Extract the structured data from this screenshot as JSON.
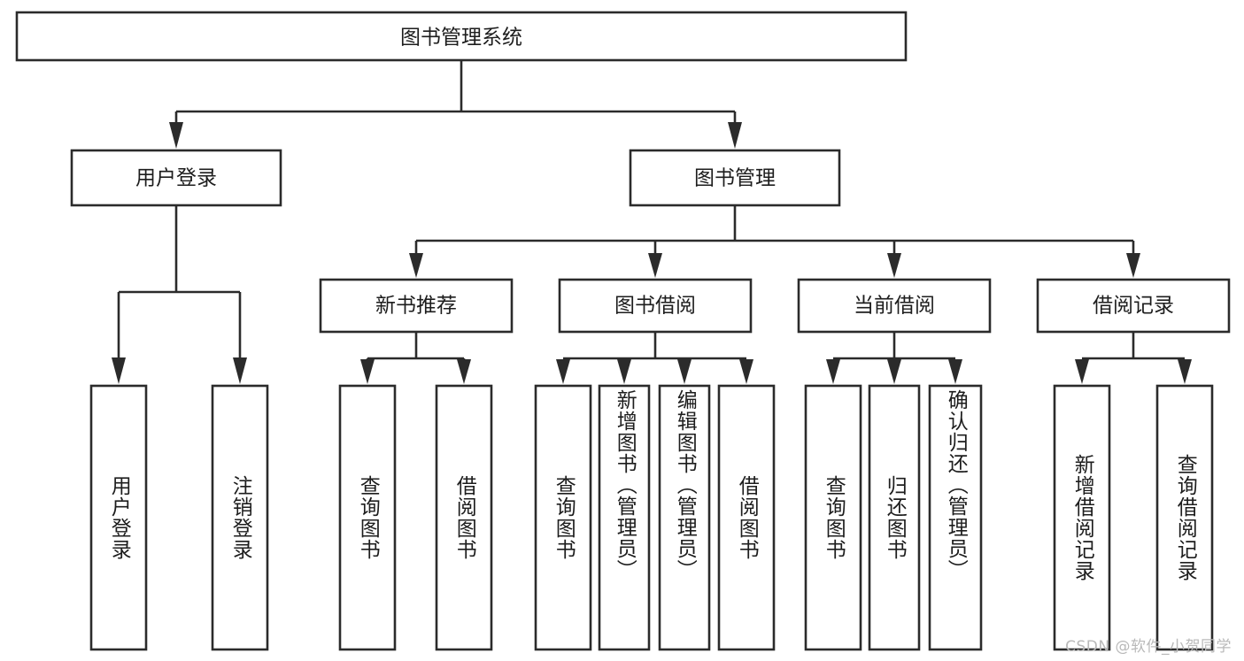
{
  "diagram": {
    "title": "图书管理系统",
    "type": "tree",
    "root": {
      "label": "图书管理系统",
      "children": [
        {
          "label": "用户登录",
          "children": [
            {
              "label": "用户登录"
            },
            {
              "label": "注销登录"
            }
          ]
        },
        {
          "label": "图书管理",
          "children": [
            {
              "label": "新书推荐",
              "children": [
                {
                  "label": "查询图书"
                },
                {
                  "label": "借阅图书"
                }
              ]
            },
            {
              "label": "图书借阅",
              "children": [
                {
                  "label": "查询图书"
                },
                {
                  "label": "新增图书（管理员）"
                },
                {
                  "label": "编辑图书（管理员）"
                },
                {
                  "label": "借阅图书"
                }
              ]
            },
            {
              "label": "当前借阅",
              "children": [
                {
                  "label": "查询图书"
                },
                {
                  "label": "归还图书"
                },
                {
                  "label": "确认归还（管理员）"
                }
              ]
            },
            {
              "label": "借阅记录",
              "children": [
                {
                  "label": "新增借阅记录"
                },
                {
                  "label": "查询借阅记录"
                }
              ]
            }
          ]
        }
      ]
    },
    "nodes": {
      "root": {
        "label": "图书管理系统"
      },
      "l2_user_login": {
        "label": "用户登录"
      },
      "l2_book_manage": {
        "label": "图书管理"
      },
      "l3_new_book": {
        "label": "新书推荐"
      },
      "l3_borrow": {
        "label": "图书借阅"
      },
      "l3_current": {
        "label": "当前借阅"
      },
      "l3_record": {
        "label": "借阅记录"
      },
      "leaf_user_login": {
        "label": "用户登录"
      },
      "leaf_logout": {
        "label": "注销登录"
      },
      "leaf_query_book_a": {
        "label": "查询图书"
      },
      "leaf_borrow_book_a": {
        "label": "借阅图书"
      },
      "leaf_query_book_b": {
        "label": "查询图书"
      },
      "leaf_add_book": {
        "label": "新增图书（管理员）"
      },
      "leaf_edit_book": {
        "label": "编辑图书（管理员）"
      },
      "leaf_borrow_book_b": {
        "label": "借阅图书"
      },
      "leaf_query_book_c": {
        "label": "查询图书"
      },
      "leaf_return_book": {
        "label": "归还图书"
      },
      "leaf_confirm_return": {
        "label": "确认归还（管理员）"
      },
      "leaf_add_record": {
        "label": "新增借阅记录"
      },
      "leaf_query_record": {
        "label": "查询借阅记录"
      }
    },
    "colors": {
      "stroke": "#2b2b2b",
      "fill": "#ffffff",
      "text": "#1d1d1d",
      "watermark": "#b9b9b9"
    }
  },
  "watermark": {
    "text": "CSDN @软件_小贺同学"
  }
}
